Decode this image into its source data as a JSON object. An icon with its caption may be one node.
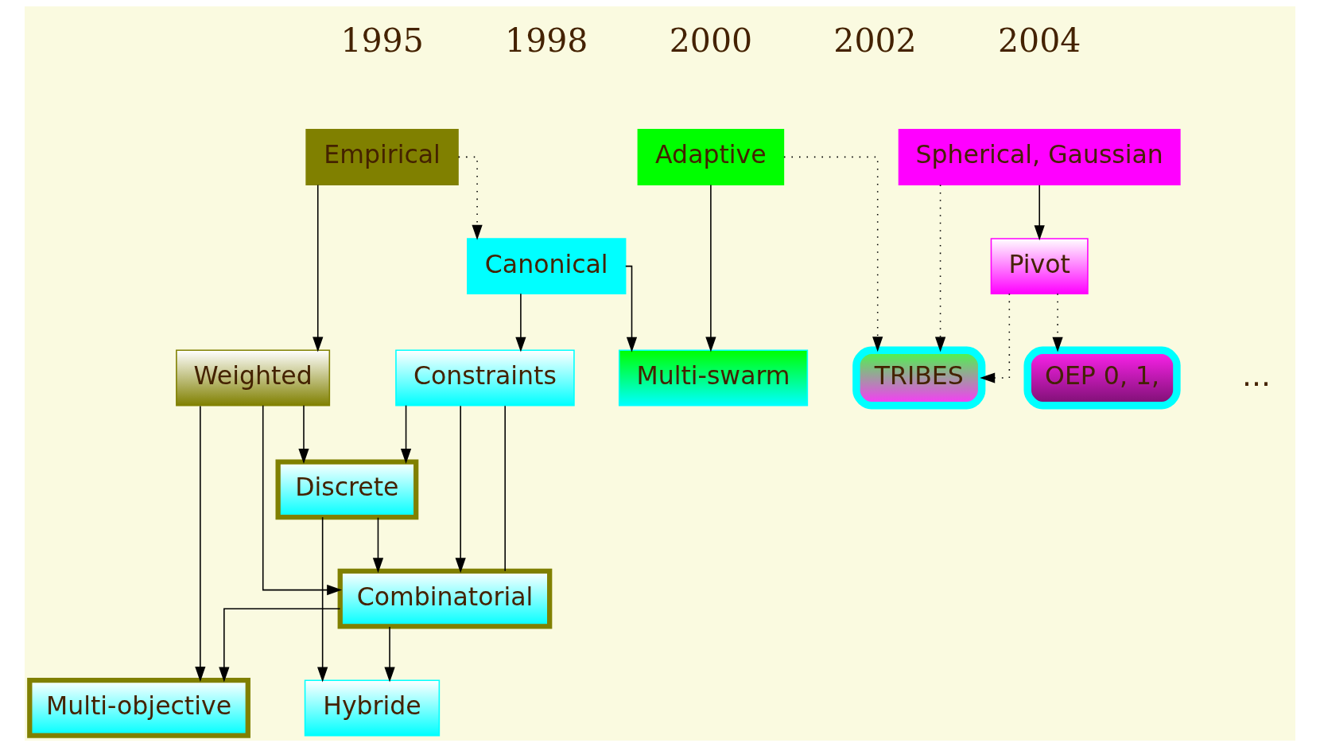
{
  "diagram": {
    "nodes": [
      {
        "text": [
          "Empirical"
        ]
      },
      {
        "text": [
          "Canonical"
        ]
      },
      {
        "text": [
          "Adaptive"
        ]
      },
      {
        "text": [
          "Spherical, Gaussian"
        ]
      },
      {
        "text": [
          "Weighted"
        ]
      },
      {
        "text": [
          "Constraints"
        ]
      },
      {
        "text": [
          "Multi-swarm"
        ]
      },
      {
        "text": [
          "Pivot"
        ]
      },
      {
        "text": [
          "Discrete"
        ]
      },
      {
        "text": [
          "Combinatorial"
        ]
      },
      {
        "text": [
          "Hybride"
        ]
      },
      {
        "text": [
          "TRIBES"
        ]
      },
      {
        "text": [
          "Multi-objective"
        ]
      },
      {
        "text": [
          "OEP 0, 1,"
        ],
        "beside": [
          "..."
        ]
      }
    ],
    "edges": [
      {
        "from": 0,
        "to": 1,
        "arrow": "to",
        "style": "dashed"
      },
      {
        "from": 0,
        "to": 4,
        "arrow": "to"
      },
      {
        "from": 1,
        "to": 5,
        "arrow": "to"
      },
      {
        "from": 1,
        "to": 6,
        "arrow": "to"
      },
      {
        "from": 2,
        "to": 6,
        "arrow": "to"
      },
      {
        "from": 2,
        "to": 11,
        "arrow": "to",
        "style": "dashed"
      },
      {
        "from": 3,
        "to": 7,
        "arrow": "to"
      },
      {
        "from": 3,
        "to": 11,
        "arrow": "to",
        "style": "dashed"
      },
      {
        "from": 7,
        "to": 11,
        "arrow": "to",
        "style": "dashed"
      },
      {
        "from": 7,
        "to": 13,
        "arrow": "to",
        "style": "dashed"
      },
      {
        "from": 4,
        "to": 8,
        "arrow": "to"
      },
      {
        "from": 4,
        "to": 9,
        "arrow": "to"
      },
      {
        "from": 4,
        "to": 12,
        "arrow": "to"
      },
      {
        "from": 5,
        "to": 8,
        "arrow": "to"
      },
      {
        "from": 5,
        "to": 9,
        "arrow": "to"
      },
      {
        "from": 5,
        "to": 9,
        "arrow": "none"
      },
      {
        "from": 8,
        "to": 9,
        "arrow": "to"
      },
      {
        "from": 8,
        "to": 10,
        "arrow": "to"
      },
      {
        "from": 9,
        "to": 10,
        "arrow": "to"
      },
      {
        "from": 9,
        "to": 12,
        "arrow": "to"
      }
    ],
    "labels": [
      "1995",
      "1998",
      "2000",
      "2002",
      "2004"
    ]
  }
}
